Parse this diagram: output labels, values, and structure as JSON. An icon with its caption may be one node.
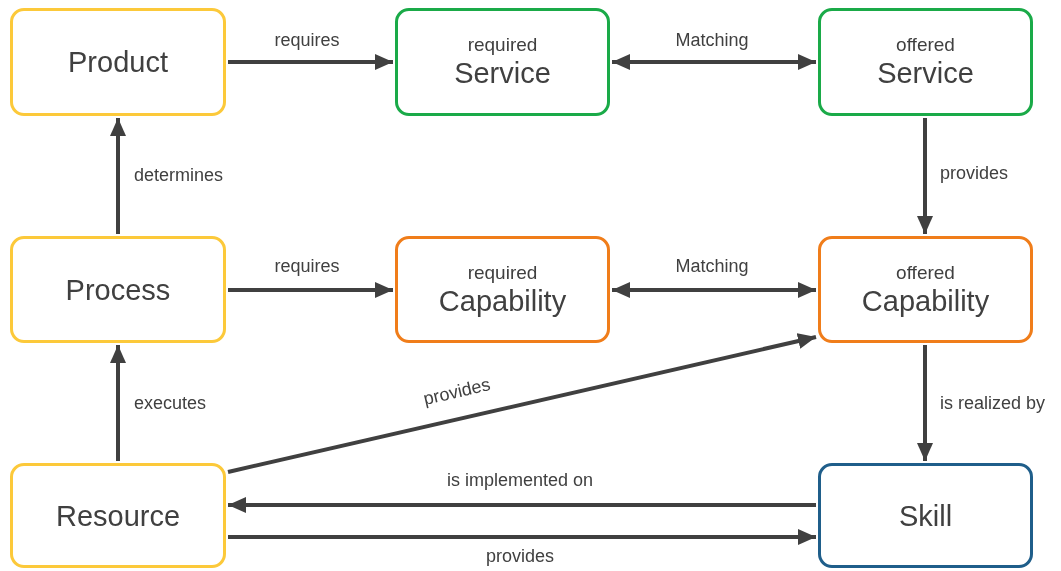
{
  "diagram": {
    "nodes": [
      {
        "text": [
          "Product"
        ]
      },
      {
        "text": [
          "required",
          "Service"
        ]
      },
      {
        "text": [
          "offered",
          "Service"
        ]
      },
      {
        "text": [
          "Process"
        ]
      },
      {
        "text": [
          "required",
          "Capability"
        ]
      },
      {
        "text": [
          "offered",
          "Capability"
        ]
      },
      {
        "text": [
          "Resource"
        ]
      },
      {
        "text": [
          "Skill"
        ]
      }
    ],
    "edges": [
      {
        "from": 0,
        "to": 1,
        "arrow": "to",
        "label": "requires"
      },
      {
        "from": 1,
        "to": 2,
        "arrow": "both",
        "label": "Matching"
      },
      {
        "from": 2,
        "to": 5,
        "arrow": "to",
        "label": "provides"
      },
      {
        "from": 3,
        "to": 0,
        "arrow": "to",
        "label": "determines"
      },
      {
        "from": 3,
        "to": 4,
        "arrow": "to",
        "label": "requires"
      },
      {
        "from": 4,
        "to": 5,
        "arrow": "both",
        "label": "Matching"
      },
      {
        "from": 6,
        "to": 3,
        "arrow": "to",
        "label": "executes"
      },
      {
        "from": 6,
        "to": 5,
        "arrow": "to",
        "label": "provides"
      },
      {
        "from": 5,
        "to": 7,
        "arrow": "to",
        "label": "is realized by"
      },
      {
        "from": 7,
        "to": 6,
        "arrow": "to",
        "label": "is implemented on"
      },
      {
        "from": 6,
        "to": 7,
        "arrow": "to",
        "label": "provides"
      }
    ]
  }
}
